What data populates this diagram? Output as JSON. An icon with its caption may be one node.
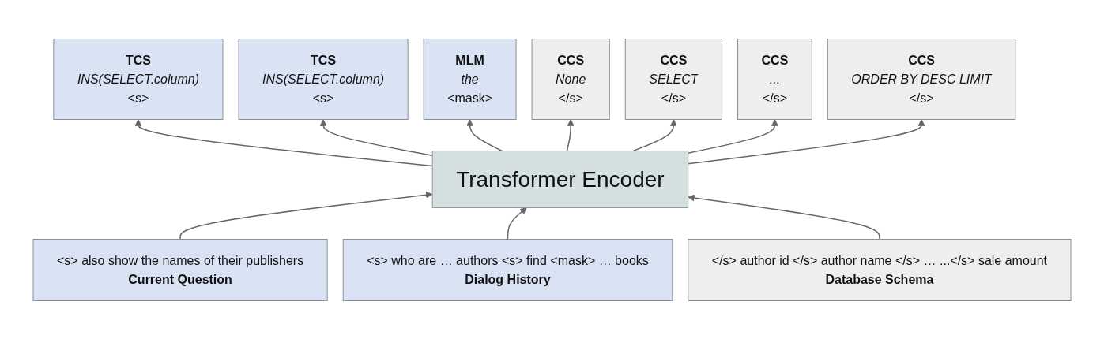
{
  "diagram": {
    "nodes": [
      {
        "text": [
          "TCS",
          "INS(SELECT.column)",
          "<s>"
        ]
      },
      {
        "text": [
          "TCS",
          "INS(SELECT.column)",
          "<s>"
        ]
      },
      {
        "text": [
          "MLM",
          "the",
          "<mask>"
        ]
      },
      {
        "text": [
          "CCS",
          "None",
          "</s>"
        ]
      },
      {
        "text": [
          "CCS",
          "SELECT",
          "</s>"
        ]
      },
      {
        "text": [
          "CCS",
          "...",
          "</s>"
        ]
      },
      {
        "text": [
          "CCS",
          "ORDER BY DESC LIMIT",
          "</s>"
        ]
      },
      {
        "text": [
          "Transformer Encoder"
        ]
      },
      {
        "text": [
          "<s> also show the names of their publishers",
          "Current Question"
        ]
      },
      {
        "text": [
          "<s> who are … authors <s> find <mask>  …  books",
          "Dialog History"
        ]
      },
      {
        "text": [
          "</s> author id </s> author name </s> … ...</s> sale amount",
          "Database Schema"
        ]
      }
    ],
    "edges": [
      {
        "from": 7,
        "to": 0,
        "arrow": "to"
      },
      {
        "from": 7,
        "to": 1,
        "arrow": "to"
      },
      {
        "from": 7,
        "to": 2,
        "arrow": "to"
      },
      {
        "from": 7,
        "to": 3,
        "arrow": "to"
      },
      {
        "from": 7,
        "to": 4,
        "arrow": "to"
      },
      {
        "from": 7,
        "to": 5,
        "arrow": "to"
      },
      {
        "from": 7,
        "to": 6,
        "arrow": "to"
      },
      {
        "from": 8,
        "to": 7,
        "arrow": "to"
      },
      {
        "from": 9,
        "to": 7,
        "arrow": "to"
      },
      {
        "from": 10,
        "to": 7,
        "arrow": "to"
      }
    ]
  }
}
